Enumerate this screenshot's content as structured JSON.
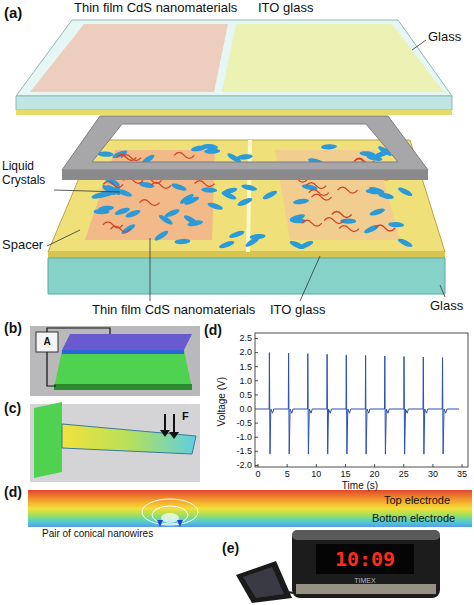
{
  "diagram": {
    "labels": [
      "(a)",
      "Thin film CdS nanomaterials",
      "ITO glass",
      "Glass",
      "Liquid Crystals",
      "Spacer",
      "Glass",
      "Thin film CdS nanomaterials",
      "ITO glass",
      "(b)",
      "A",
      "(c)",
      "F",
      "(d)",
      "2.5",
      "2.0",
      "1.5",
      "1.0",
      "0.5",
      "0.0",
      "-0.5",
      "-1.0",
      "-1.5",
      "-2.0",
      "Voltage (V)",
      "0",
      "5",
      "10",
      "15",
      "20",
      "25",
      "30",
      "35",
      "Time (s)",
      "(d)",
      "Top electrode",
      "Bottom electrode",
      "Pair of conical nanowires",
      "(e)",
      "10:09",
      "TIMEX"
    ]
  }
}
